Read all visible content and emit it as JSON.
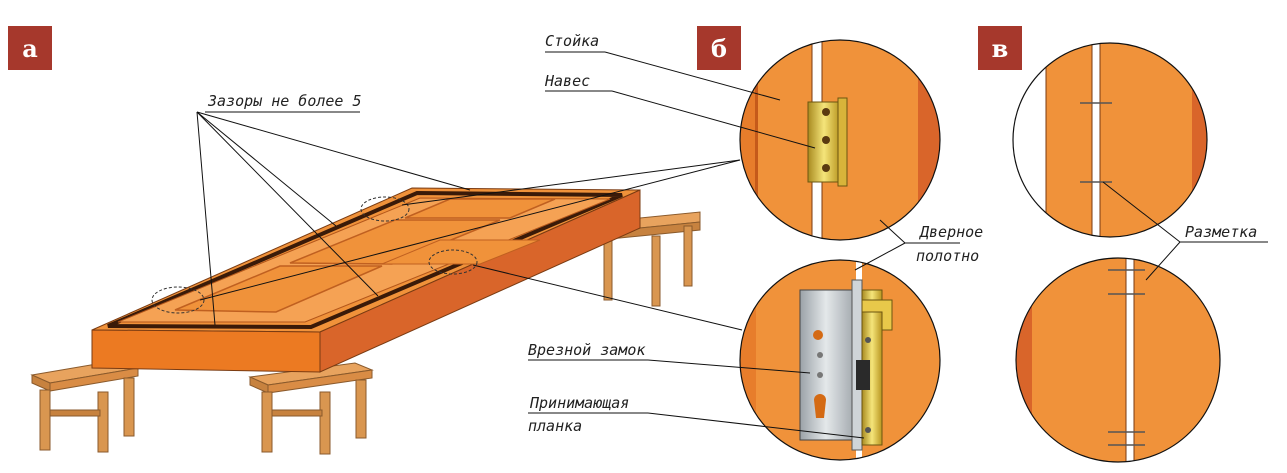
{
  "badges": {
    "a": "а",
    "b": "б",
    "v": "в"
  },
  "labels": {
    "gaps": "Зазоры не более 5",
    "stoyka": "Стойка",
    "naves": "Навес",
    "dvernoe1": "Дверное",
    "dvernoe2": "полотно",
    "zamok": "Врезной замок",
    "planka1": "Принимающая",
    "planka2": "планка",
    "razmetka": "Разметка"
  },
  "colors": {
    "badge": "#a6382c",
    "wood": "#f0923a",
    "wood_dark": "#d9652a",
    "bench": "#e8a35e",
    "hinge": "#e8c84a"
  }
}
